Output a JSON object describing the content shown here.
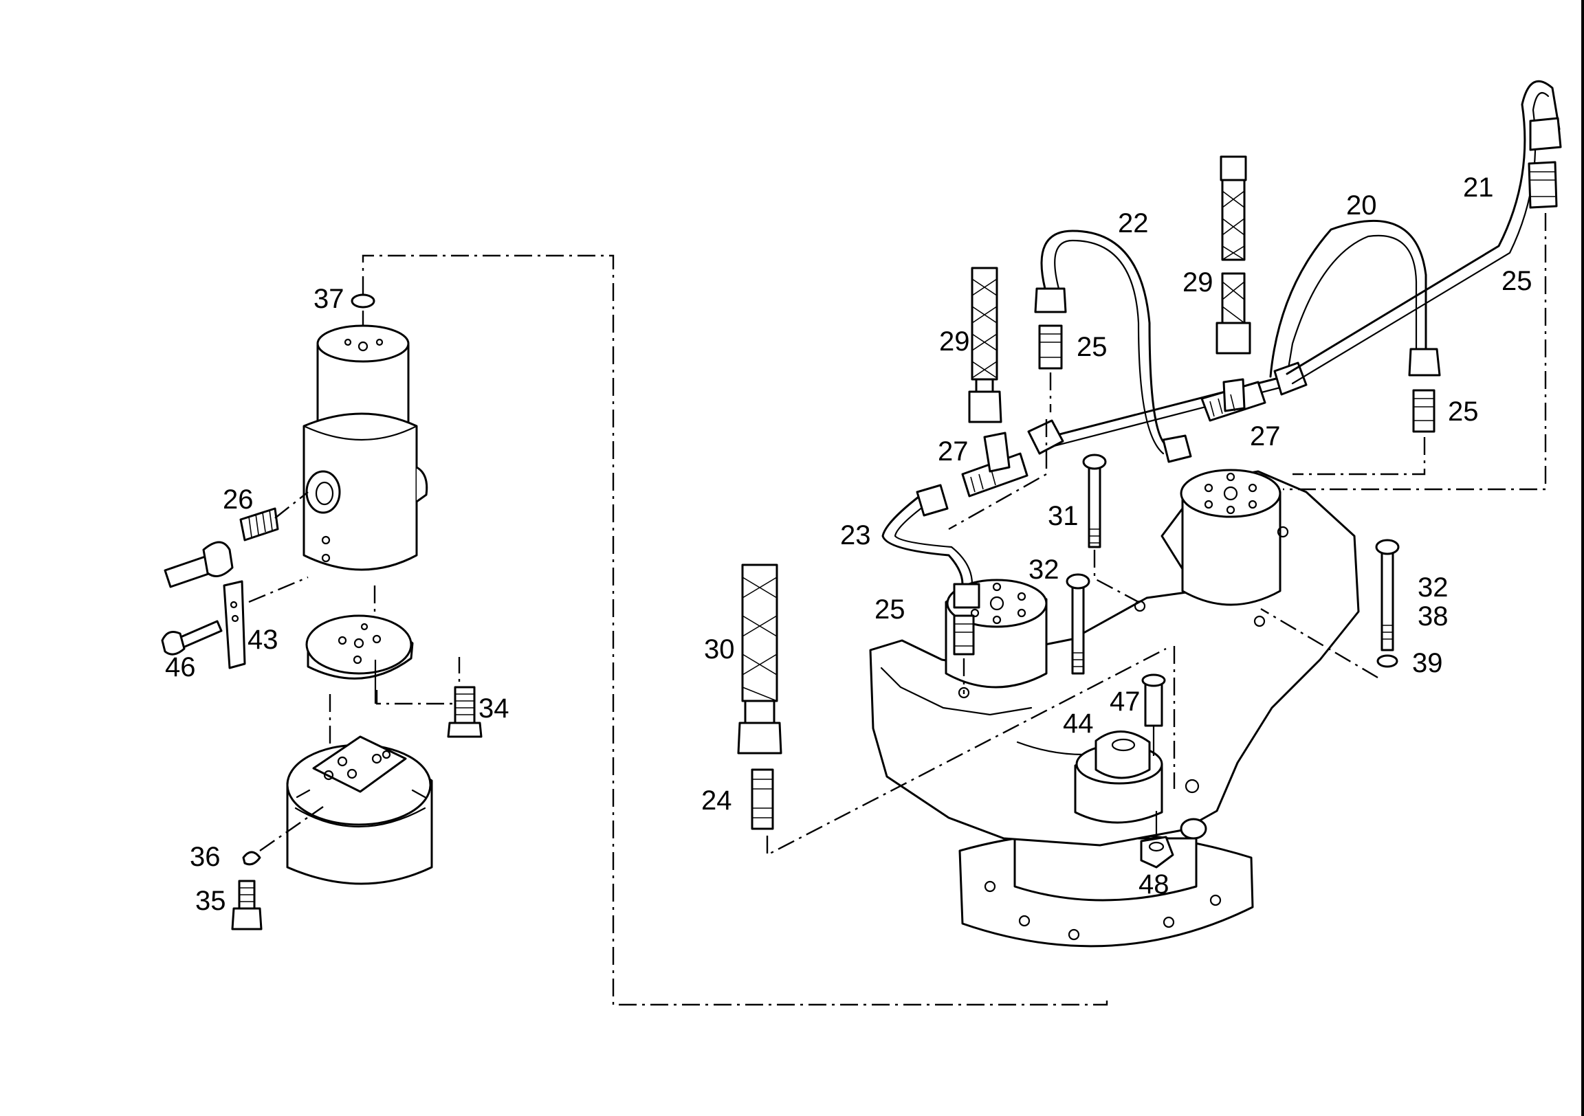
{
  "diagram": {
    "type": "exploded-parts-view",
    "colors": {
      "line": "#000000",
      "background": "#ffffff"
    },
    "callouts": [
      {
        "id": "c37",
        "label": "37"
      },
      {
        "id": "c26",
        "label": "26"
      },
      {
        "id": "c43",
        "label": "43"
      },
      {
        "id": "c46",
        "label": "46"
      },
      {
        "id": "c34",
        "label": "34"
      },
      {
        "id": "c36",
        "label": "36"
      },
      {
        "id": "c35",
        "label": "35"
      },
      {
        "id": "c22",
        "label": "22"
      },
      {
        "id": "c20",
        "label": "20"
      },
      {
        "id": "c21",
        "label": "21"
      },
      {
        "id": "c29a",
        "label": "29"
      },
      {
        "id": "c29b",
        "label": "29"
      },
      {
        "id": "c25a",
        "label": "25"
      },
      {
        "id": "c25b",
        "label": "25"
      },
      {
        "id": "c25c",
        "label": "25"
      },
      {
        "id": "c25d",
        "label": "25"
      },
      {
        "id": "c27a",
        "label": "27"
      },
      {
        "id": "c27b",
        "label": "27"
      },
      {
        "id": "c23",
        "label": "23"
      },
      {
        "id": "c31",
        "label": "31"
      },
      {
        "id": "c32a",
        "label": "32"
      },
      {
        "id": "c32b",
        "label": "32"
      },
      {
        "id": "c38",
        "label": "38"
      },
      {
        "id": "c39",
        "label": "39"
      },
      {
        "id": "c30",
        "label": "30"
      },
      {
        "id": "c24",
        "label": "24"
      },
      {
        "id": "c47",
        "label": "47"
      },
      {
        "id": "c44",
        "label": "44"
      },
      {
        "id": "c48",
        "label": "48"
      }
    ]
  }
}
